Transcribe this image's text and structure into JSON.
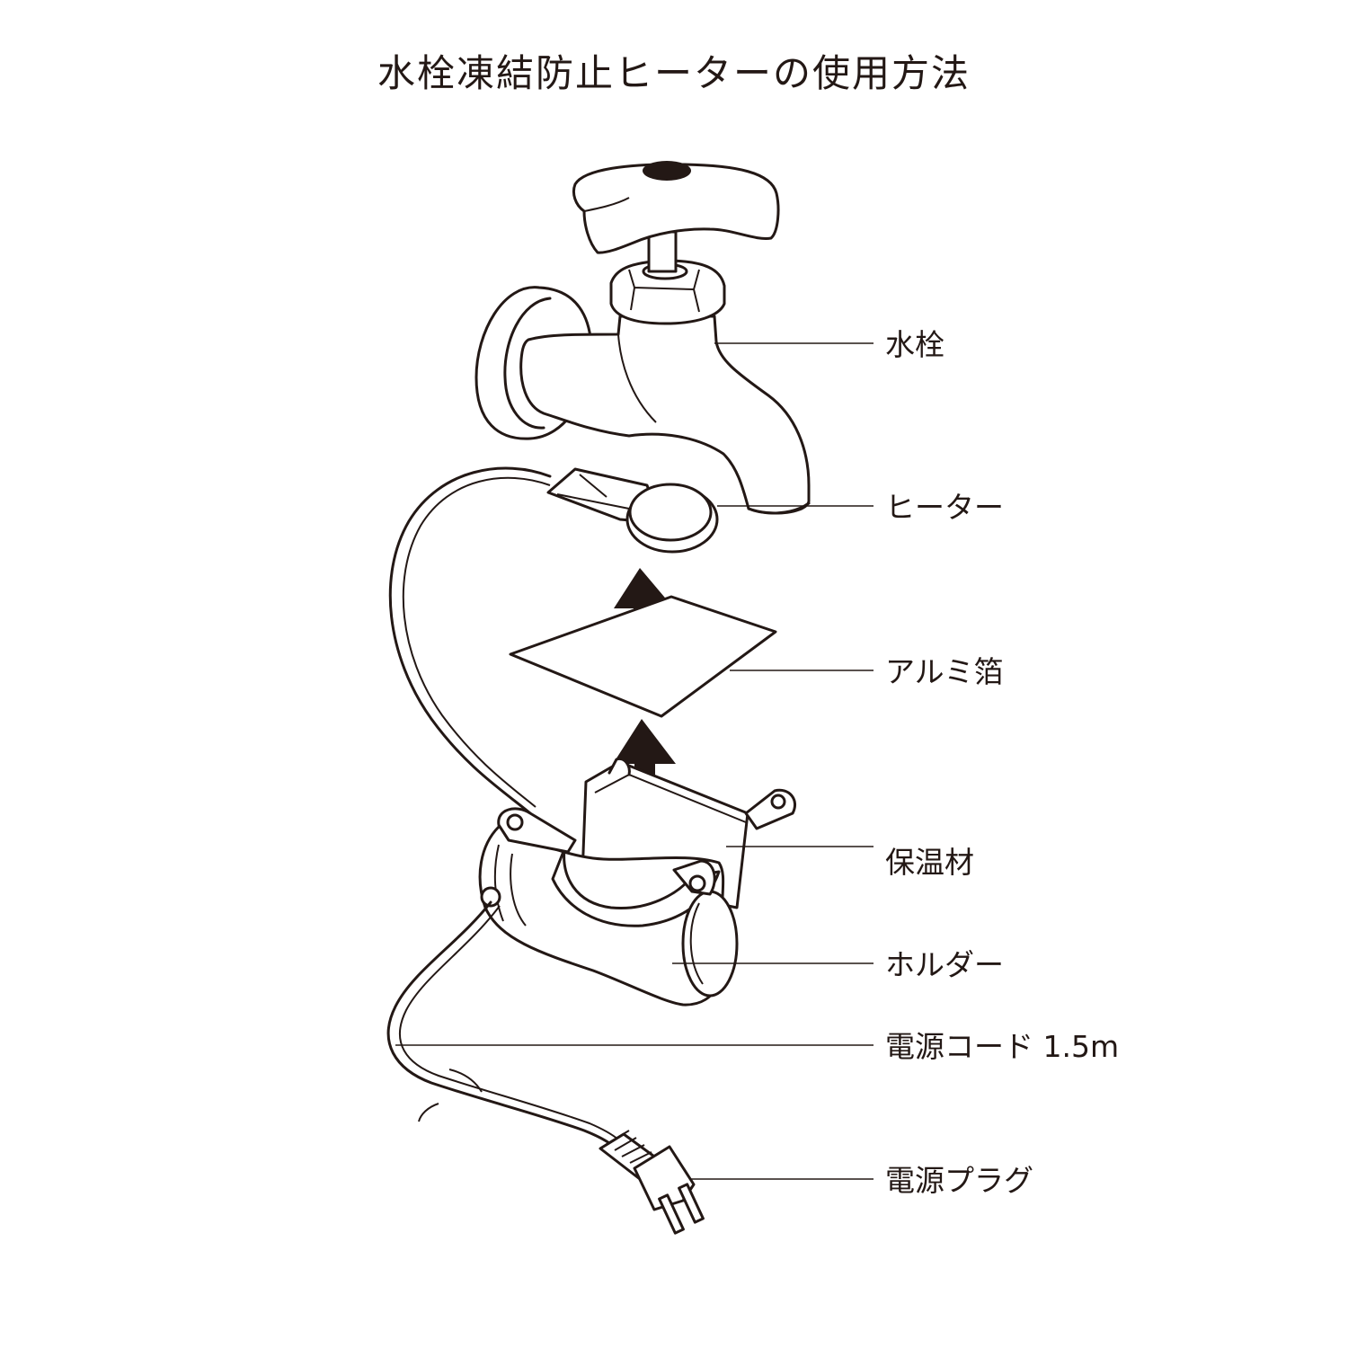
{
  "title": "水栓凍結防止ヒーターの使用方法",
  "ink_color": "#231815",
  "callouts": [
    {
      "id": "faucet",
      "label": "水栓"
    },
    {
      "id": "heater",
      "label": "ヒーター"
    },
    {
      "id": "foil",
      "label": "アルミ箔"
    },
    {
      "id": "insulation",
      "label": "保温材"
    },
    {
      "id": "holder",
      "label": "ホルダー"
    },
    {
      "id": "cord",
      "label": "電源コード 1.5m"
    },
    {
      "id": "plug",
      "label": "電源プラグ"
    }
  ]
}
